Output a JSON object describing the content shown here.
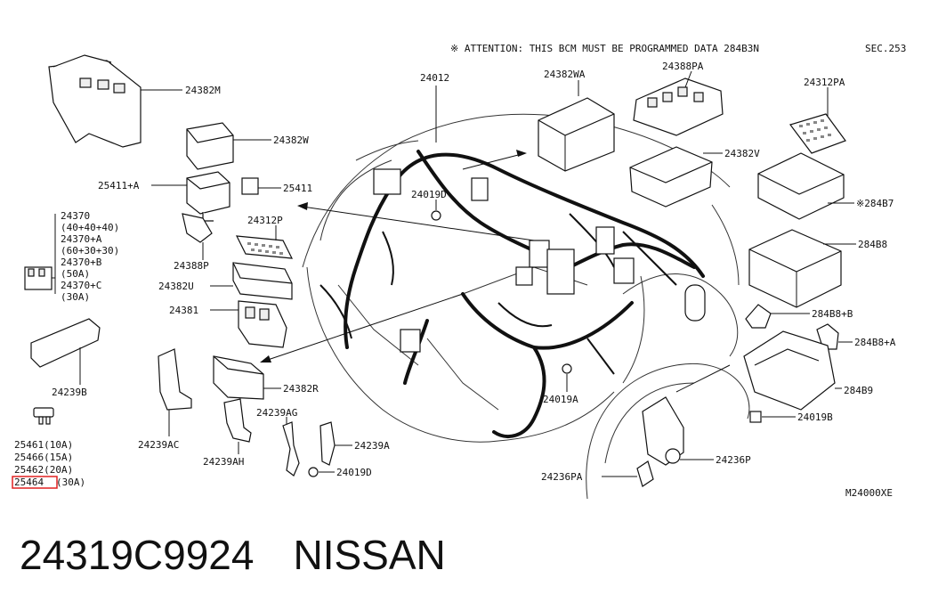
{
  "attention": "※ ATTENTION: THIS BCM MUST BE PROGRAMMED DATA 284B3N",
  "section": "SEC.253",
  "diagram_code": "M24000XE",
  "labels": {
    "p24382M": "24382M",
    "p24382W": "24382W",
    "p25411A": "25411+A",
    "p25411": "25411",
    "p24370": "24370",
    "p24370_sub": "(40+40+40)",
    "p24370A": "24370+A",
    "p24370A_sub": "(60+30+30)",
    "p24370B": "24370+B",
    "p24370B_sub": "(50A)",
    "p24370C": "24370+C",
    "p24370C_sub": "(30A)",
    "p24388P": "24388P",
    "p24312P": "24312P",
    "p24382U": "24382U",
    "p24381": "24381",
    "p24239B": "24239B",
    "p24239AC": "24239AC",
    "p24382R": "24382R",
    "p24239AG": "24239AG",
    "p24239AH": "24239AH",
    "p24239A": "24239A",
    "p24019D_low": "24019D",
    "p25461": "25461(10A)",
    "p25466": "25466(15A)",
    "p25462": "25462(20A)",
    "p25464_num": "25464",
    "p25464_rest": "(30A)",
    "p24012": "24012",
    "p24019D_up": "24019D",
    "p24382WA": "24382WA",
    "p24388PA": "24388PA",
    "p24312PA": "24312PA",
    "p24382V": "24382V",
    "p284B7": "※284B7",
    "p284B8": "284B8",
    "p284B8B": "284B8+B",
    "p284B8A": "284B8+A",
    "p284B9": "284B9",
    "p24019B": "24019B",
    "p24019A": "24019A",
    "p24236P": "24236P",
    "p24236PA": "24236PA"
  },
  "footer": {
    "part_number": "24319C9924",
    "brand": "NISSAN"
  },
  "highlight_color": "#e02020"
}
